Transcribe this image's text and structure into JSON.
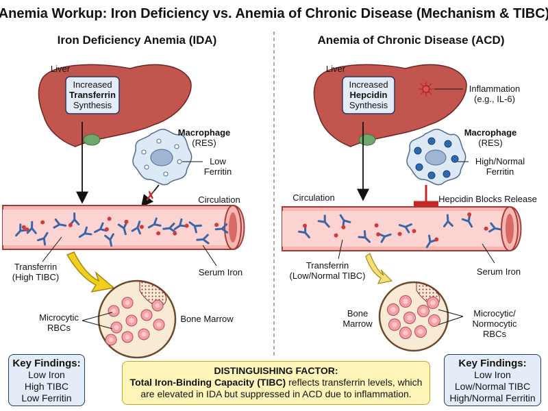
{
  "title": "Anemia Workup: Iron Deficiency vs. Anemia of Chronic Disease (Mechanism & TIBC)",
  "left": {
    "heading": "Iron Deficiency Anemia (IDA)",
    "liver_label": "Liver",
    "liver_box": [
      "Increased",
      "Transferrin",
      "Synthesis"
    ],
    "macrophage_title": "Macrophage",
    "macrophage_sub": "(RES)",
    "ferritin": [
      "Low",
      "Ferritin"
    ],
    "circulation": "Circulation",
    "transferrin": [
      "Transferrin",
      "(High TIBC)"
    ],
    "serum_iron": "Serum Iron",
    "rbcs": [
      "Microcytic",
      "RBCs"
    ],
    "marrow": "Bone Marrow",
    "key_title": "Key Findings:",
    "key_items": [
      "Low Iron",
      "High TIBC",
      "Low Ferritin"
    ]
  },
  "right": {
    "heading": "Anemia of Chronic Disease (ACD)",
    "liver_label": "Liver",
    "liver_box": [
      "Increased",
      "Hepcidin",
      "Synthesis"
    ],
    "inflammation": [
      "Inflammation",
      "(e.g., IL-6)"
    ],
    "macrophage_title": "Macrophage",
    "macrophage_sub": "(RES)",
    "ferritin": [
      "High/Normal",
      "Ferritin"
    ],
    "blocks": "Hepcidin Blocks Release",
    "circulation": "Circulation",
    "transferrin": [
      "Transferrin",
      "(Low/Normal TIBC)"
    ],
    "serum_iron": "Serum Iron",
    "marrow": [
      "Bone",
      "Marrow"
    ],
    "rbcs": [
      "Microcytic/",
      "Normocytic",
      "RBCs"
    ],
    "key_title": "Key Findings:",
    "key_items": [
      "Low Iron",
      "Low/Normal TIBC",
      "High/Normal Ferritin"
    ]
  },
  "distinguishing": {
    "title": "DISTINGUISHING FACTOR:",
    "bold": "Total Iron-Binding Capacity (TIBC)",
    "rest": " reflects transferrin levels, which",
    "line2": "are elevated in IDA but suppressed in ACD due to inflammation."
  },
  "colors": {
    "liver": "#c2564f",
    "vessel": "#f2a7a3",
    "transferrin": "#3a66a8",
    "iron": "#d23a3a",
    "key_box": "#e4ecf7",
    "dist_box": "#fff5b8",
    "arrow_yellow": "#f1cf1f"
  }
}
